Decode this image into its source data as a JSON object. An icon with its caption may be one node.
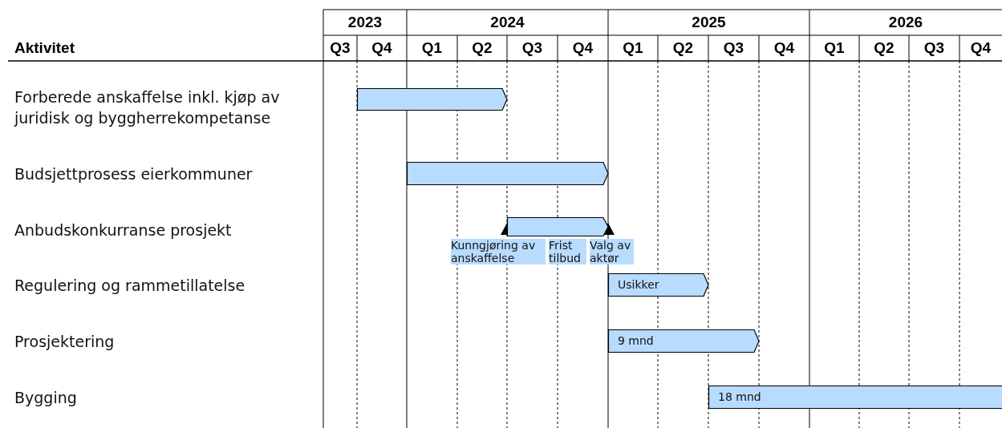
{
  "diagram": {
    "nodes": [
      {
        "text": [],
        "shape": "bar"
      },
      {
        "text": [],
        "shape": "bar"
      },
      {
        "text": [],
        "shape": "bar"
      },
      {
        "text": [
          "Usikker"
        ]
      },
      {
        "text": [
          "9 mnd"
        ]
      },
      {
        "text": [
          "18 mnd"
        ]
      }
    ],
    "labels": [
      "2023",
      "2024",
      "2025",
      "2026",
      "Aktivitet",
      "Q3",
      "Q4",
      "Q1",
      "Q2",
      "Q3",
      "Q4",
      "Q1",
      "Q2",
      "Q3",
      "Q4",
      "Q1",
      "Q2",
      "Q3",
      "Q4",
      "Forberede anskaffelse inkl. kjøp av juridisk og byggherrekompetanse",
      "Budsjettprosess eierkommuner",
      "Anbudskonkurranse prosjekt",
      "Regulering og rammetillatelse",
      "Prosjektering",
      "Bygging",
      "Kunngjøring av anskaffelse",
      "Frist tilbud",
      "Valg av aktør"
    ]
  }
}
